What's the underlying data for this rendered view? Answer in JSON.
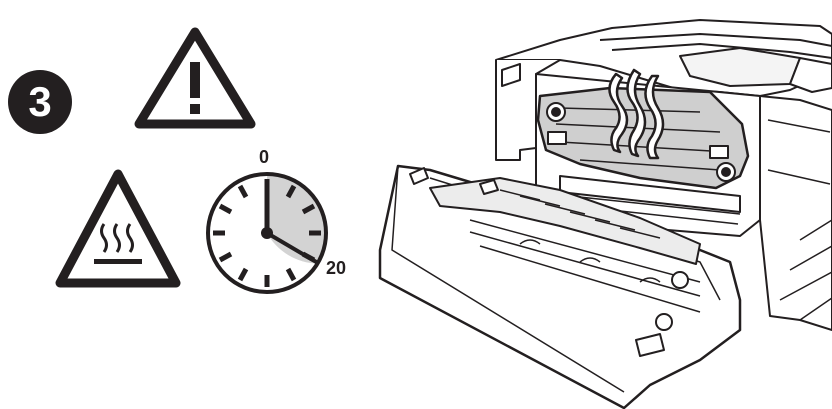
{
  "step": {
    "number": "3"
  },
  "timer": {
    "start_label": "0",
    "end_label": "20"
  },
  "icons": {
    "warning": "warning-exclamation-icon",
    "hot_surface": "hot-surface-icon",
    "timer": "stopwatch-icon"
  },
  "colors": {
    "ink": "#231f20",
    "shade": "#d3d3d3"
  }
}
